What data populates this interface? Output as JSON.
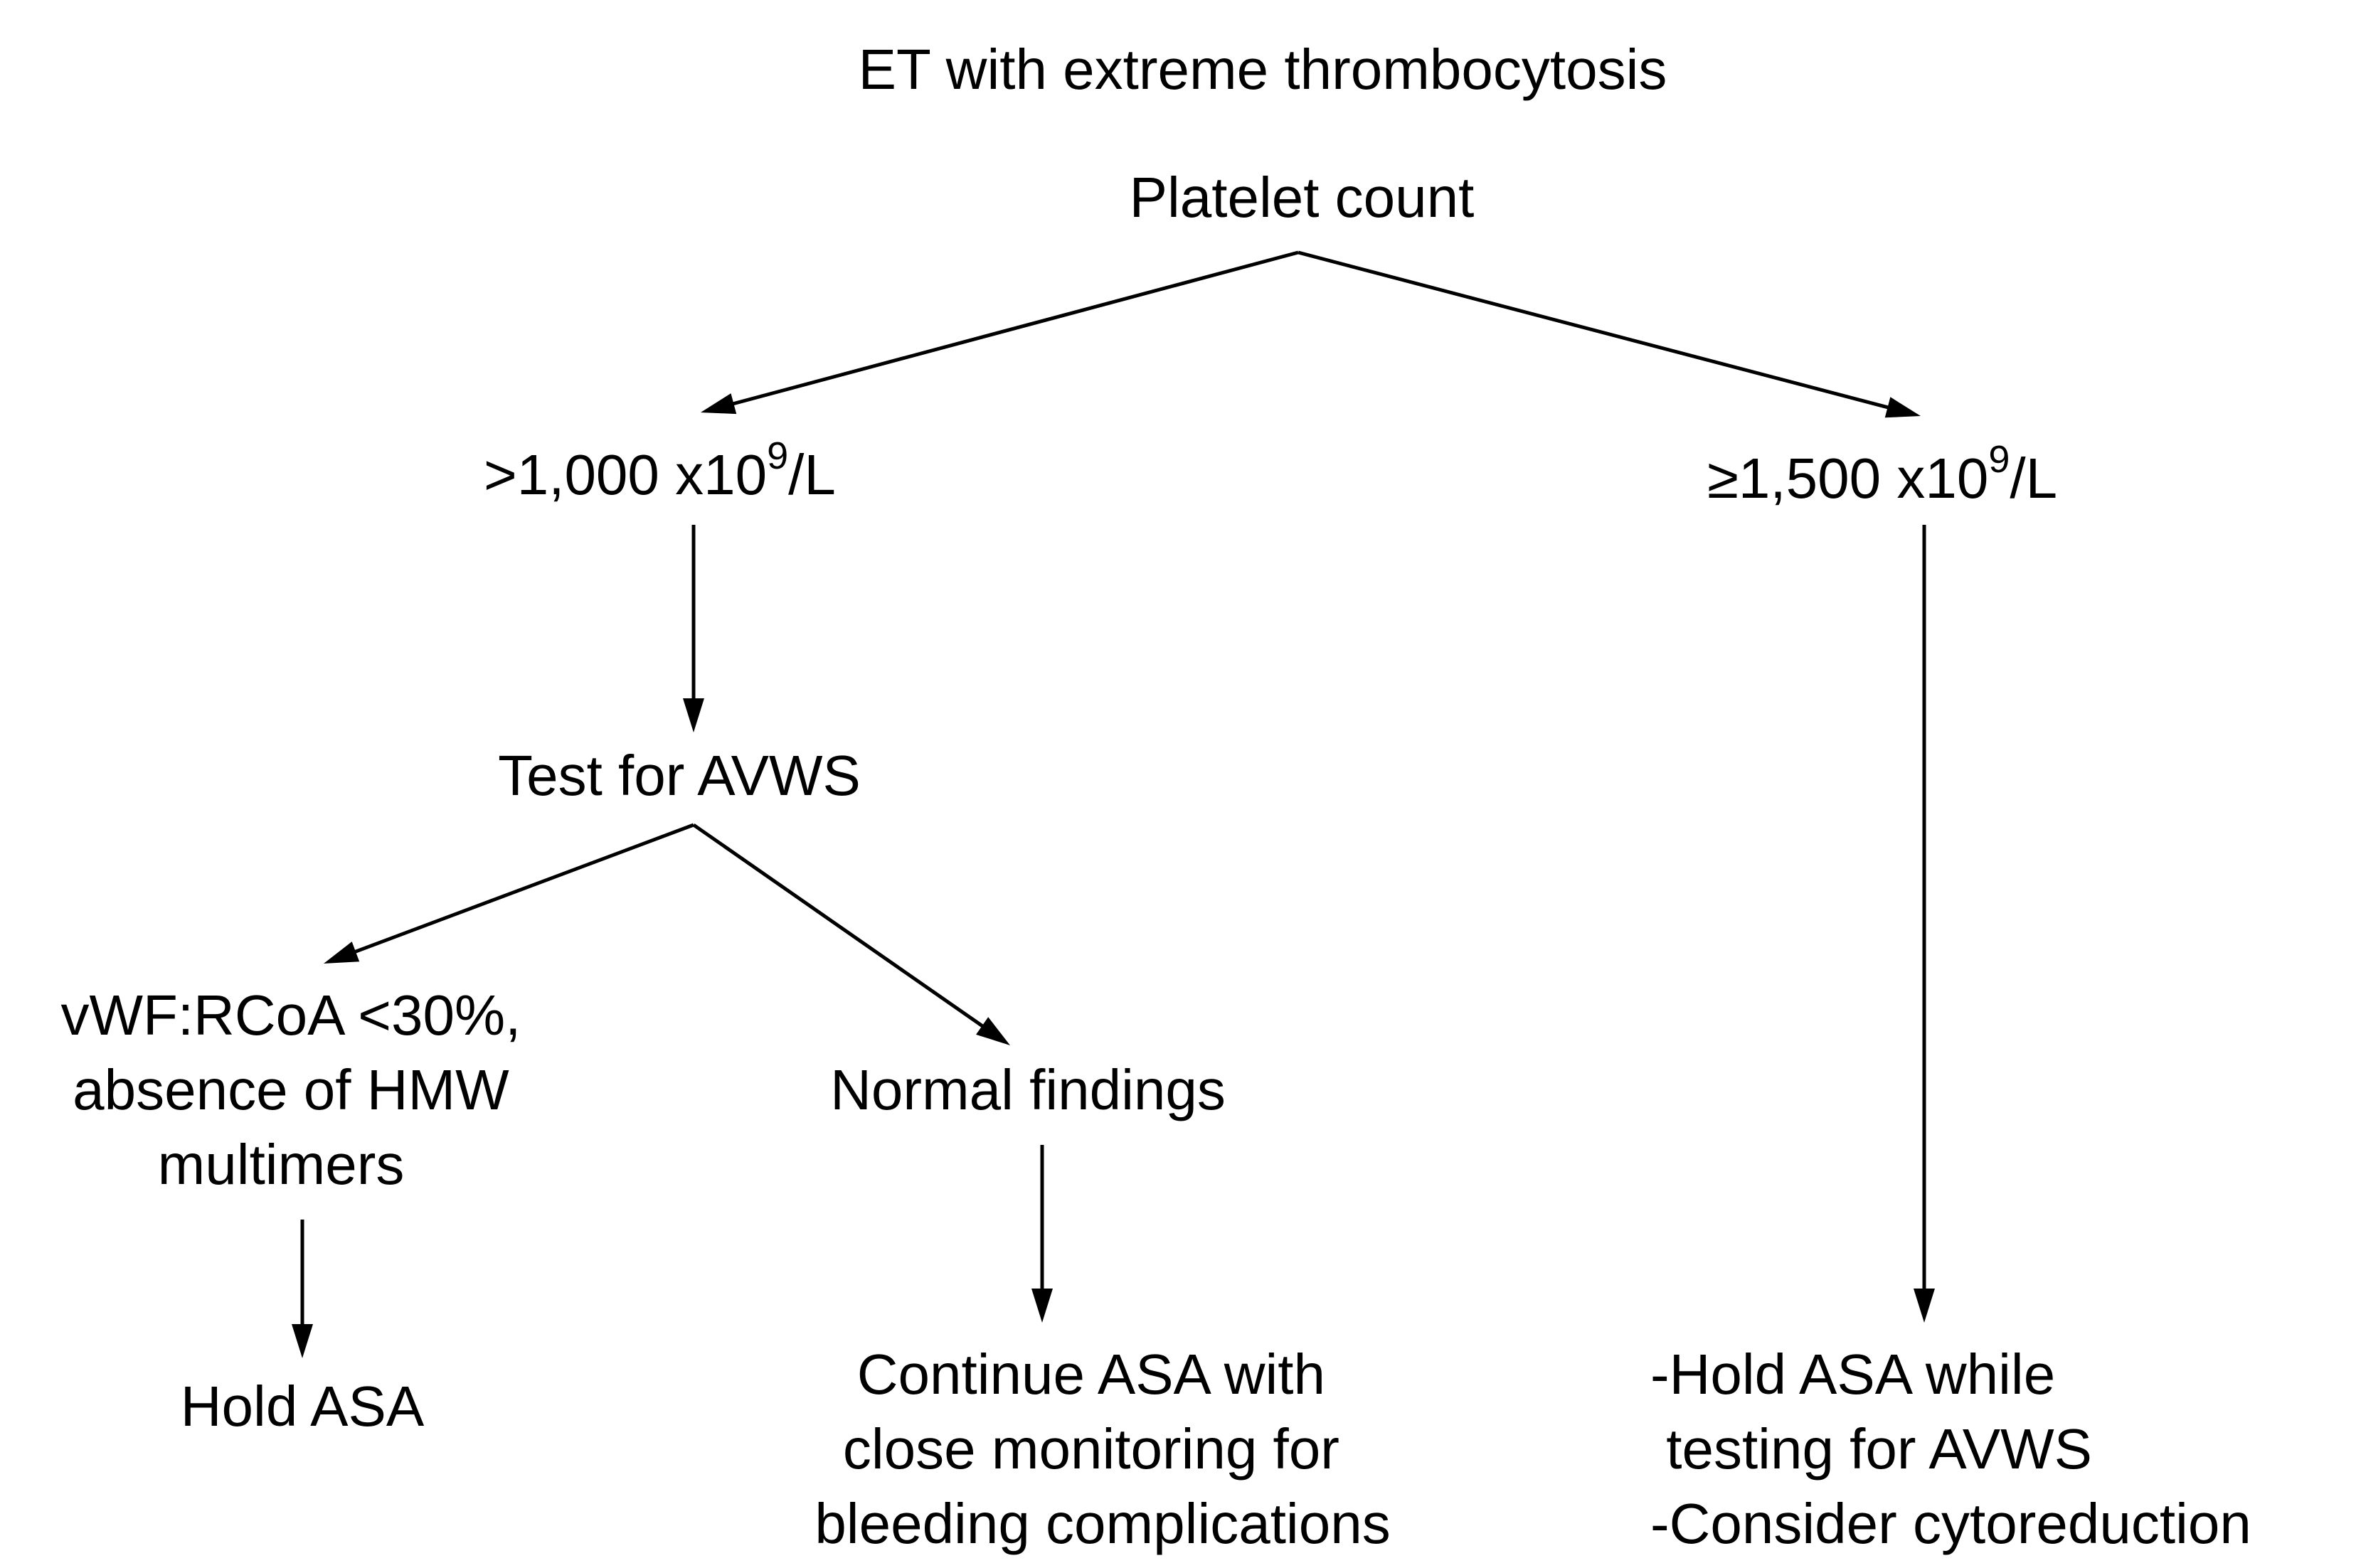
{
  "title": "ET with extreme thrombocytosis",
  "nodes": {
    "platelet_count": "Platelet count",
    "branch_1000": {
      "prefix": ">1,000 x10",
      "superscript": "9",
      "suffix": "/L"
    },
    "branch_1500": {
      "prefix": "≥1,500 x10",
      "superscript": "9",
      "suffix": "/L"
    },
    "test_avws": "Test for AVWS",
    "abnormal_findings": {
      "lines": [
        "vWF:RCoA <30%,",
        "absence of HMW",
        "multimers"
      ]
    },
    "normal_findings": "Normal findings",
    "hold_asa": "Hold ASA",
    "continue_asa": {
      "lines": [
        "Continue ASA with",
        "close monitoring for",
        "bleeding complications"
      ]
    },
    "hold_asa_testing": {
      "lines": [
        "-Hold ASA while",
        " testing for AVWS",
        "-Consider cytoreduction"
      ]
    }
  },
  "colors": {
    "ink": "#000000",
    "background": "#ffffff"
  }
}
